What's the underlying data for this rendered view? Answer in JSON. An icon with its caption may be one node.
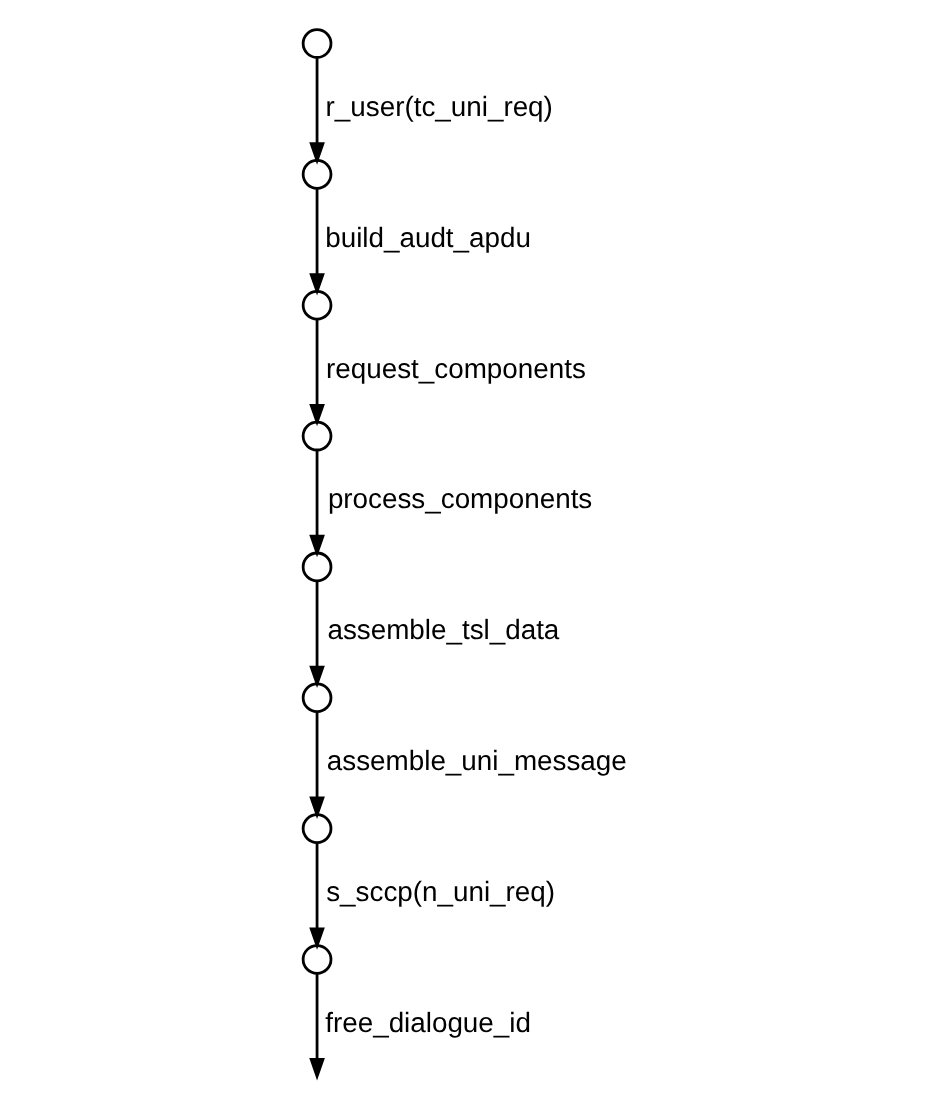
{
  "diagram": {
    "nodes": [
      {
        "text": [],
        "shape": "circle"
      },
      {
        "text": [],
        "shape": "circle"
      },
      {
        "text": [],
        "shape": "circle"
      },
      {
        "text": [],
        "shape": "circle"
      },
      {
        "text": [],
        "shape": "circle"
      },
      {
        "text": [],
        "shape": "circle"
      },
      {
        "text": [],
        "shape": "circle"
      },
      {
        "text": [],
        "shape": "circle"
      }
    ],
    "edges": [
      {
        "from": 0,
        "to": 1,
        "arrow": "to",
        "label": "r_user(tc_uni_req)"
      },
      {
        "from": 1,
        "to": 2,
        "arrow": "to",
        "label": "build_audt_apdu"
      },
      {
        "from": 2,
        "to": 3,
        "arrow": "to",
        "label": "request_components"
      },
      {
        "from": 3,
        "to": 4,
        "arrow": "to",
        "label": "process_components"
      },
      {
        "from": 4,
        "to": 5,
        "arrow": "to",
        "label": "assemble_tsl_data"
      },
      {
        "from": 5,
        "to": 6,
        "arrow": "to",
        "label": "assemble_uni_message"
      },
      {
        "from": 6,
        "to": 7,
        "arrow": "to",
        "label": "s_sccp(n_uni_req)"
      },
      {
        "from": 7,
        "to": null,
        "arrow": "to",
        "label": "free_dialogue_id"
      }
    ]
  }
}
